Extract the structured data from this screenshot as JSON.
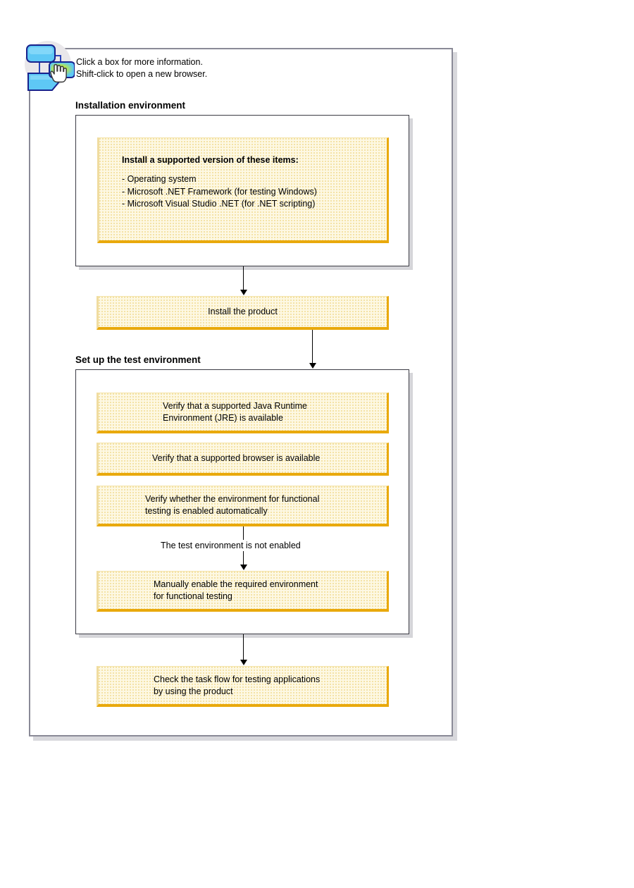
{
  "hint": {
    "icon": "flowchart-click-hand-icon",
    "line1": "Click a box for more information.",
    "line2": "Shift-click to open a new browser."
  },
  "sections": {
    "installation": {
      "heading": "Installation environment"
    },
    "setup": {
      "heading": "Set up the test environment"
    }
  },
  "steps": {
    "install_items": {
      "title": "Install a supported version of these items:",
      "list": "- Operating system\n- Microsoft .NET Framework (for testing Windows)\n- Microsoft Visual Studio .NET (for .NET scripting)"
    },
    "install_product": {
      "text": "Install the product"
    },
    "verify_jre": {
      "text": "Verify that a supported Java Runtime\nEnvironment (JRE) is available"
    },
    "verify_browser": {
      "text": "Verify that a supported browser is available"
    },
    "verify_auto": {
      "text": "Verify whether the environment for functional\ntesting is enabled automatically"
    },
    "manual_enable": {
      "text": "Manually enable the required environment\nfor functional testing"
    },
    "check_taskflow": {
      "text": "Check the task flow for testing applications\nby using the product"
    }
  },
  "connectors": {
    "branch_label": "The test environment is not enabled"
  },
  "colors": {
    "step_fill": "#fdf8e3",
    "step_accent": "#e9a90c",
    "frame_border": "#8a8a97",
    "section_border": "#3b3b44",
    "text": "#000000",
    "icon_blue": "#4fc3f7",
    "icon_outline": "#1a237e",
    "icon_green": "#9ccc3c"
  }
}
